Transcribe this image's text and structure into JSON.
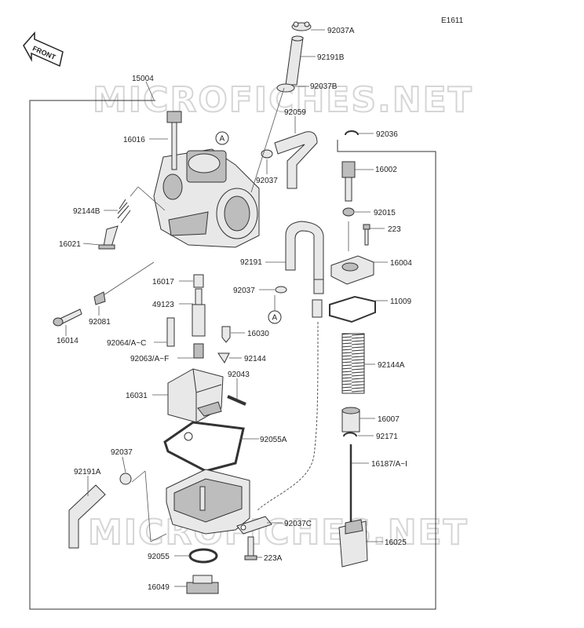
{
  "diagram_code": "E1611",
  "front_label": "FRONT",
  "watermark": "MICROFICHES.NET",
  "callout_letter": "A",
  "labels": {
    "l92037A": "92037A",
    "l92191B": "92191B",
    "l92037B": "92037B",
    "l15004": "15004",
    "l92059": "92059",
    "l16016": "16016",
    "l92037_top": "92037",
    "l92036": "92036",
    "l16002": "16002",
    "l92144B": "92144B",
    "l92015": "92015",
    "l223": "223",
    "l16021": "16021",
    "l92191": "92191",
    "l16004": "16004",
    "l16017": "16017",
    "l92037_mid": "92037",
    "l11009": "11009",
    "l49123": "49123",
    "l92081": "92081",
    "l16014": "16014",
    "l16030": "16030",
    "l92064": "92064/A~C",
    "l92144A": "92144A",
    "l92063": "92063/A~F",
    "l92144": "92144",
    "l92043": "92043",
    "l16031": "16031",
    "l16007": "16007",
    "l92055A": "92055A",
    "l92171": "92171",
    "l92037_low": "92037",
    "l92191A": "92191A",
    "l16187": "16187/A~I",
    "l92037C": "92037C",
    "l16025": "16025",
    "l92055": "92055",
    "l223A": "223A",
    "l16049": "16049"
  }
}
